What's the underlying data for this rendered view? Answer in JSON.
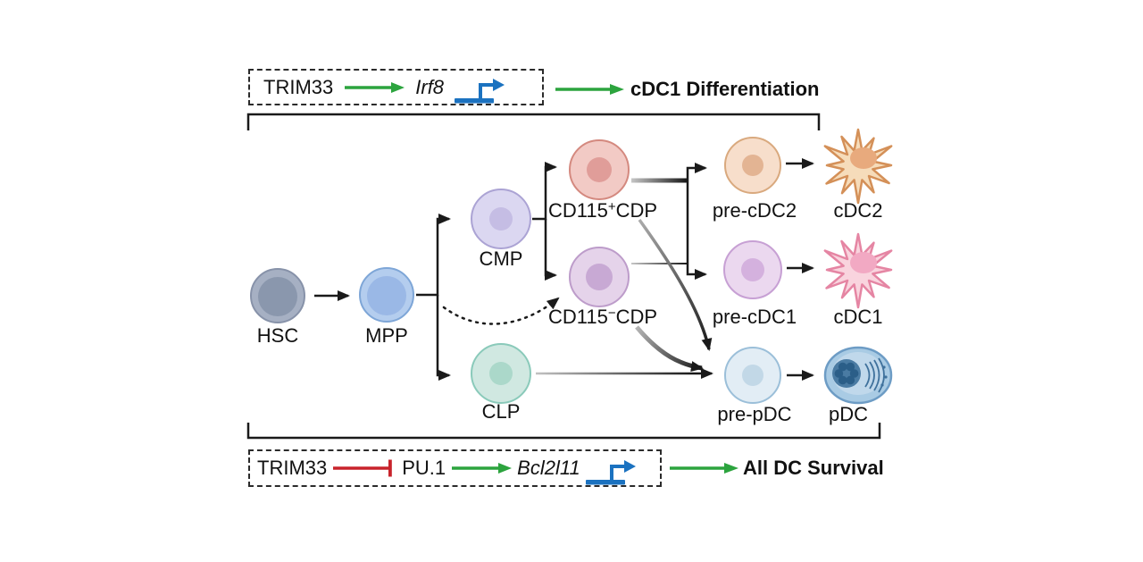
{
  "top_pathway": {
    "factor": "TRIM33",
    "gene": "Irf8",
    "outcome": "cDC1 Differentiation"
  },
  "bottom_pathway": {
    "factor": "TRIM33",
    "repressed_factor": "PU.1",
    "gene": "Bcl2l11",
    "outcome": "All DC Survival"
  },
  "cells": {
    "hsc": {
      "label": "HSC"
    },
    "mpp": {
      "label": "MPP"
    },
    "cmp": {
      "label": "CMP"
    },
    "cdp_pos": {
      "prefix": "CD115",
      "sup": "+",
      "suffix": "CDP"
    },
    "cdp_neg": {
      "prefix": "CD115",
      "sup": "−",
      "suffix": "CDP"
    },
    "clp": {
      "label": "CLP"
    },
    "pre_cdc2": {
      "label": "pre-cDC2"
    },
    "cdc2": {
      "label": "cDC2"
    },
    "pre_cdc1": {
      "label": "pre-cDC1"
    },
    "cdc1": {
      "label": "cDC1"
    },
    "pre_pdc": {
      "label": "pre-pDC"
    },
    "pdc": {
      "label": "pDC"
    }
  },
  "colors": {
    "activation_green": "#2ca43e",
    "inhibition_red": "#c8232b",
    "promoter_blue": "#1b72c0",
    "arrow_black": "#1a1a1a",
    "hsc_body": "#a6b0c3",
    "mpp_body": "#b4cdee",
    "cmp_body": "#dbd7f1",
    "cdp_pos_body": "#f2cac5",
    "cdp_neg_body": "#e5d3ea",
    "clp_body": "#d0e8e1",
    "pre_cdc2_body": "#f7decb",
    "pre_cdc1_body": "#ebd8ef",
    "pre_pdc_body": "#e2edf5",
    "pdc_body": "#a9cbe4",
    "cdc2_body": "#f6dcba",
    "cdc1_body": "#f9d4de"
  }
}
